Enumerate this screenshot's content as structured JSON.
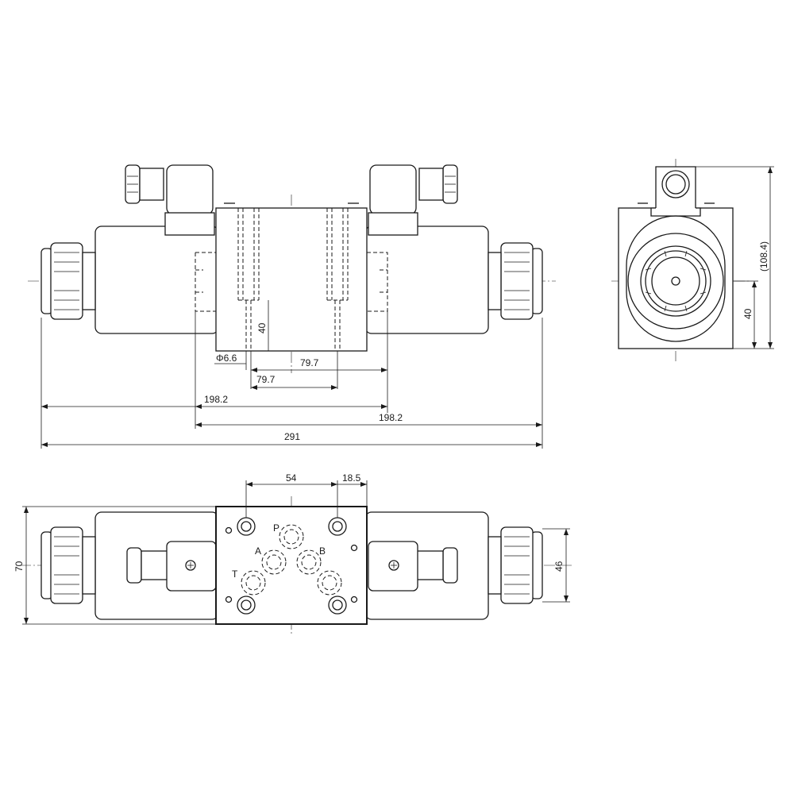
{
  "dimensions": {
    "hole_dia": "Φ6.6",
    "hole_pitch_1": "79.7",
    "hole_pitch_2": "79.7",
    "bolt_span_left": "198.2",
    "bolt_span_right": "198.2",
    "overall_length": "291",
    "mount_depth": "40",
    "side_height": "(108.4)",
    "side_center_height": "40",
    "port_spacing": "54",
    "port_offset": "18.5",
    "overall_width": "70",
    "body_width": "46"
  },
  "ports": {
    "p": "P",
    "a": "A",
    "b": "B",
    "t": "T"
  }
}
